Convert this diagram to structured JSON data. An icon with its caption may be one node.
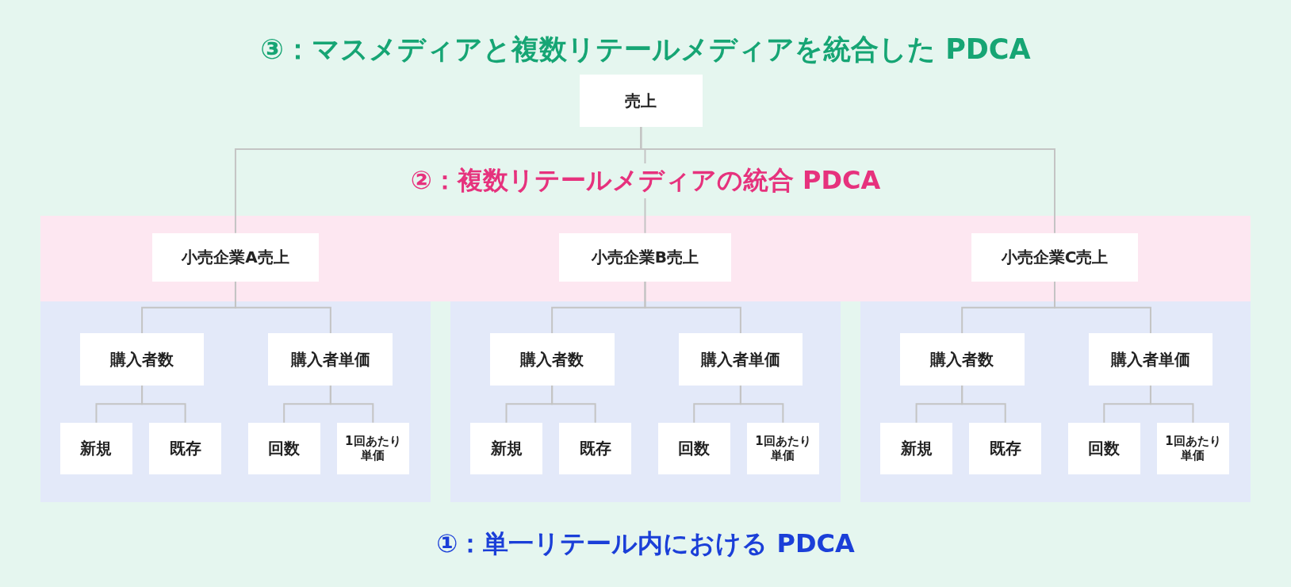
{
  "diagram": {
    "title": "③：マスメディアと複数リテールメディアを統合した PDCA",
    "nodes": [
      {
        "text": [
          "売上"
        ]
      },
      {
        "text": [
          "②：複数リテールメディアの統合 PDCA"
        ]
      },
      {
        "text": [
          "小売企業A売上"
        ],
        "in": 1
      },
      {
        "text": [
          "小売企業B売上"
        ],
        "in": 1
      },
      {
        "text": [
          "小売企業C売上"
        ],
        "in": 1
      },
      {
        "text": [],
        "shape": "box"
      },
      {
        "text": [
          "購入者数"
        ],
        "in": 5
      },
      {
        "text": [
          "購入者単価"
        ],
        "in": 5
      },
      {
        "text": [
          "新規"
        ],
        "in": 5
      },
      {
        "text": [
          "既存"
        ],
        "in": 5
      },
      {
        "text": [
          "回数"
        ],
        "in": 5
      },
      {
        "text": [
          "1回あたり単価"
        ],
        "in": 5
      },
      {
        "text": [],
        "shape": "box"
      },
      {
        "text": [
          "購入者数"
        ],
        "in": 12
      },
      {
        "text": [
          "購入者単価"
        ],
        "in": 12
      },
      {
        "text": [
          "新規"
        ],
        "in": 12
      },
      {
        "text": [
          "既存"
        ],
        "in": 12
      },
      {
        "text": [
          "回数"
        ],
        "in": 12
      },
      {
        "text": [
          "1回あたり単価"
        ],
        "in": 12
      },
      {
        "text": [],
        "shape": "box"
      },
      {
        "text": [
          "購入者数"
        ],
        "in": 19
      },
      {
        "text": [
          "購入者単価"
        ],
        "in": 19
      },
      {
        "text": [
          "新規"
        ],
        "in": 19
      },
      {
        "text": [
          "既存"
        ],
        "in": 19
      },
      {
        "text": [
          "回数"
        ],
        "in": 19
      },
      {
        "text": [
          "1回あたり単価"
        ],
        "in": 19
      }
    ],
    "edges": [
      {
        "from": 0,
        "to": 2,
        "arrow": "none"
      },
      {
        "from": 0,
        "to": 3,
        "arrow": "none"
      },
      {
        "from": 0,
        "to": 4,
        "arrow": "none"
      },
      {
        "from": 2,
        "to": 6,
        "arrow": "none"
      },
      {
        "from": 2,
        "to": 7,
        "arrow": "none"
      },
      {
        "from": 6,
        "to": 8,
        "arrow": "none"
      },
      {
        "from": 6,
        "to": 9,
        "arrow": "none"
      },
      {
        "from": 7,
        "to": 10,
        "arrow": "none"
      },
      {
        "from": 7,
        "to": 11,
        "arrow": "none"
      },
      {
        "from": 3,
        "to": 13,
        "arrow": "none"
      },
      {
        "from": 3,
        "to": 14,
        "arrow": "none"
      },
      {
        "from": 13,
        "to": 15,
        "arrow": "none"
      },
      {
        "from": 13,
        "to": 16,
        "arrow": "none"
      },
      {
        "from": 14,
        "to": 17,
        "arrow": "none"
      },
      {
        "from": 14,
        "to": 18,
        "arrow": "none"
      },
      {
        "from": 4,
        "to": 20,
        "arrow": "none"
      },
      {
        "from": 4,
        "to": 21,
        "arrow": "none"
      },
      {
        "from": 20,
        "to": 22,
        "arrow": "none"
      },
      {
        "from": 20,
        "to": 23,
        "arrow": "none"
      },
      {
        "from": 21,
        "to": 24,
        "arrow": "none"
      },
      {
        "from": 21,
        "to": 25,
        "arrow": "none"
      }
    ],
    "labels": [
      "①：単一リテール内における PDCA"
    ]
  }
}
